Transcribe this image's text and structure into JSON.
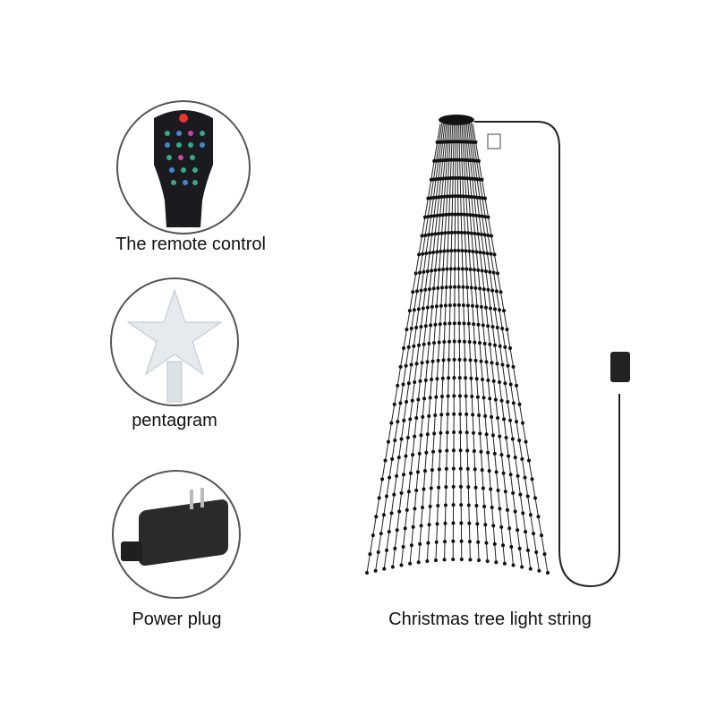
{
  "items": [
    {
      "label": "The remote control",
      "icon": "remote-control-icon"
    },
    {
      "label": "pentagram",
      "icon": "star-topper-icon"
    },
    {
      "label": "Power plug",
      "icon": "power-adapter-icon"
    }
  ],
  "main": {
    "label": "Christmas tree light string",
    "icon": "light-string-tree-icon"
  },
  "colors": {
    "outline": "#555555",
    "strand": "#222222"
  }
}
